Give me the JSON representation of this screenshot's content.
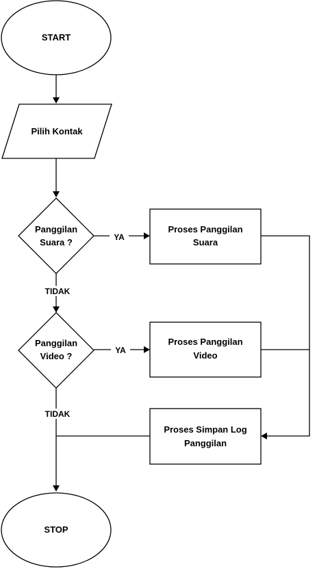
{
  "nodes": {
    "start": "START",
    "pick_contact": "Pilih Kontak",
    "decision_voice": [
      "Panggilan",
      "Suara ?"
    ],
    "decision_video": [
      "Panggilan",
      "Video ?"
    ],
    "process_voice": [
      "Proses Panggilan",
      "Suara"
    ],
    "process_video": [
      "Proses Panggilan",
      "Video"
    ],
    "process_log": [
      "Proses Simpan Log",
      "Panggilan"
    ],
    "stop": "STOP"
  },
  "edge_labels": {
    "voice_yes": "YA",
    "voice_no": "TIDAK",
    "video_yes": "YA",
    "video_no": "TIDAK"
  }
}
